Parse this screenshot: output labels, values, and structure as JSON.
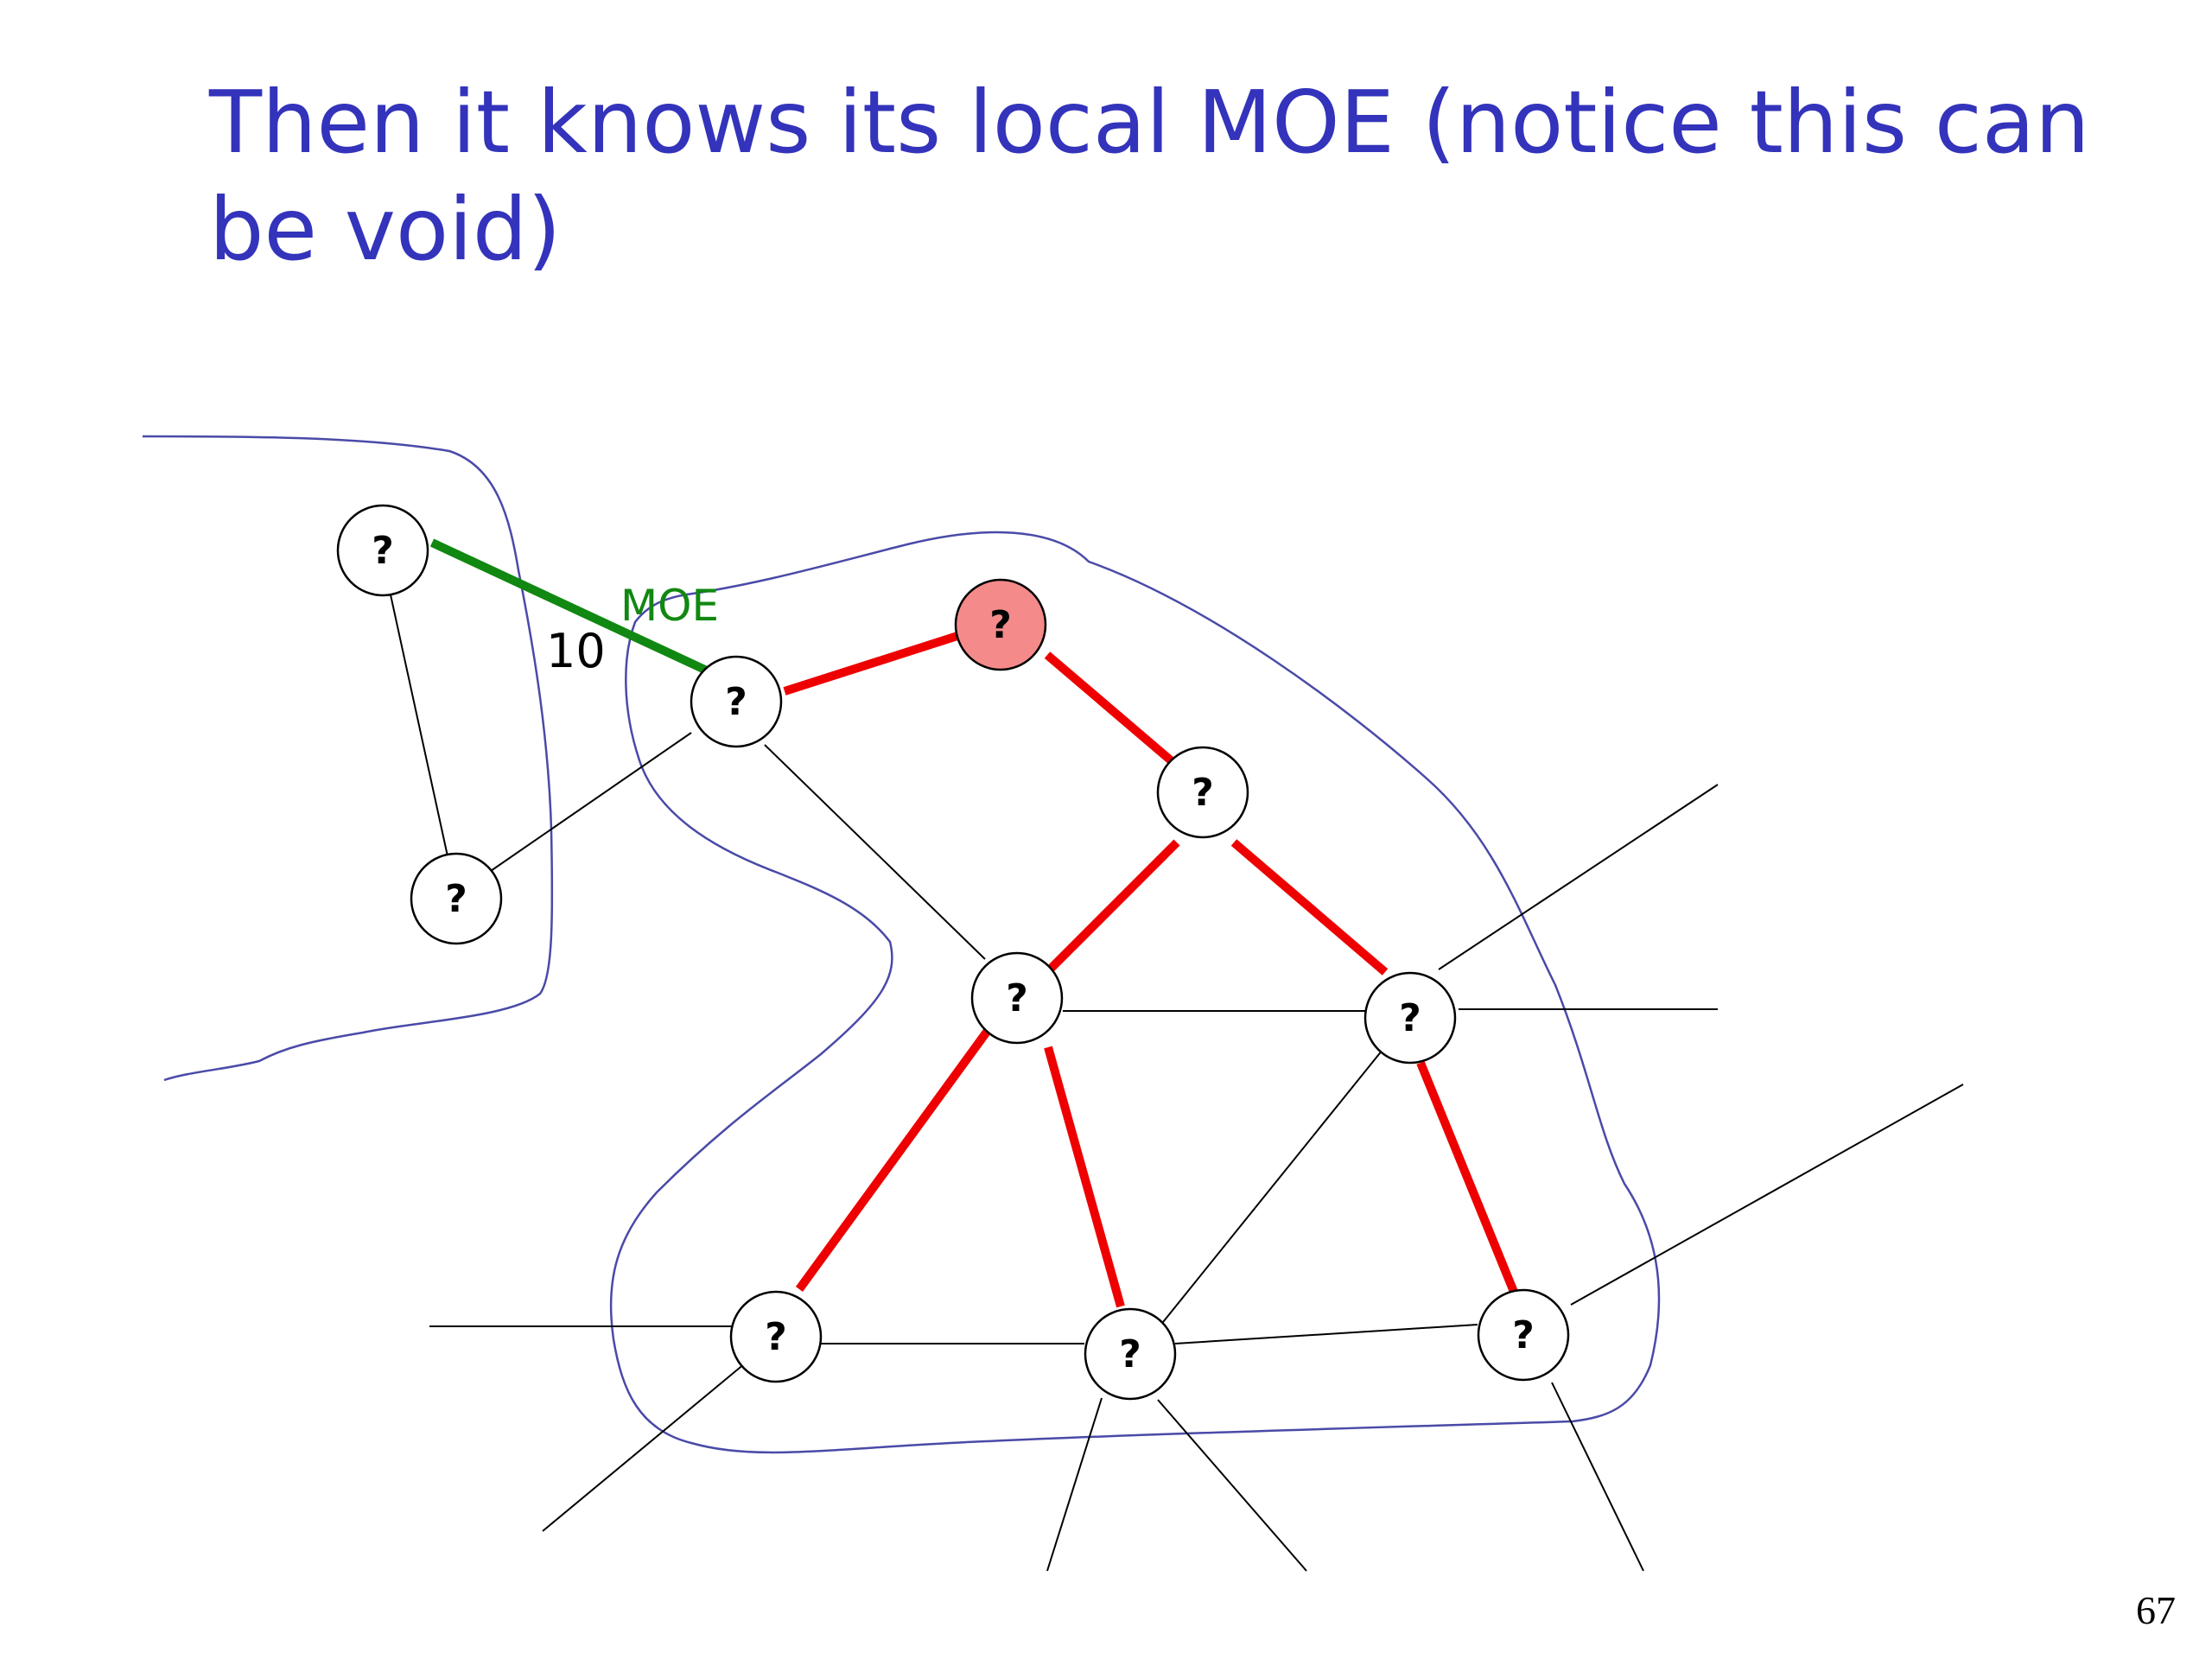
{
  "slide": {
    "title": "Then it knows its local MOE (notice this can be void)",
    "page_number": "67"
  },
  "diagram": {
    "edge_labels": {
      "moe": "MOE",
      "weight": "10"
    },
    "node_glyph": "?",
    "colors": {
      "title": "#3333bb",
      "fragment_boundary": "#4a4aa8",
      "tree_edge": "#ee0000",
      "moe_edge": "#118811",
      "graph_edge": "#000000",
      "root_node_fill": "#f58a8a",
      "node_fill": "#ffffff"
    },
    "nodes": [
      {
        "id": "a",
        "fill": "white"
      },
      {
        "id": "b",
        "fill": "white"
      },
      {
        "id": "c",
        "fill": "white"
      },
      {
        "id": "root",
        "fill": "red"
      },
      {
        "id": "d",
        "fill": "white"
      },
      {
        "id": "e",
        "fill": "white"
      },
      {
        "id": "f",
        "fill": "white"
      },
      {
        "id": "g",
        "fill": "white"
      },
      {
        "id": "h",
        "fill": "white"
      },
      {
        "id": "i",
        "fill": "white"
      }
    ],
    "edges": {
      "tree": [
        [
          "c",
          "root"
        ],
        [
          "root",
          "d"
        ],
        [
          "d",
          "e"
        ],
        [
          "d",
          "f"
        ],
        [
          "e",
          "g"
        ],
        [
          "e",
          "h"
        ],
        [
          "f",
          "i"
        ]
      ],
      "moe": [
        [
          "a",
          "c"
        ]
      ],
      "plain": [
        [
          "a",
          "b"
        ],
        [
          "b",
          "c"
        ],
        [
          "c",
          "e"
        ],
        [
          "e",
          "f"
        ],
        [
          "f",
          "h"
        ],
        [
          "g",
          "h"
        ],
        [
          "h",
          "i"
        ]
      ]
    }
  }
}
